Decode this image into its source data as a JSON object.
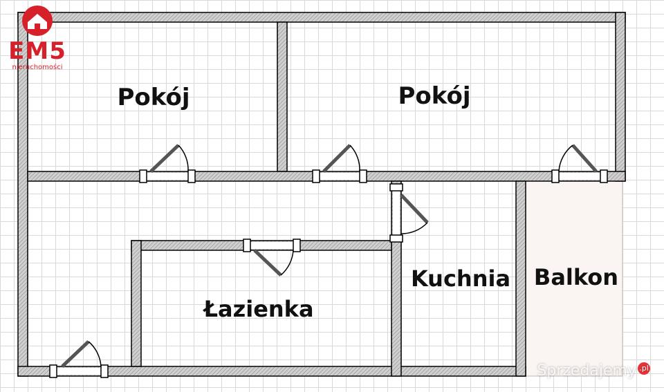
{
  "logo": {
    "brand": "EM5",
    "subtitle": "nieruchomości"
  },
  "rooms": {
    "room1": "Pokój",
    "room2": "Pokój",
    "kitchen": "Kuchnia",
    "bathroom": "Łazienka",
    "balcony": "Balkon"
  },
  "watermark": {
    "text": "Sprzedajemy",
    "badge": ".pl"
  },
  "colors": {
    "wall": "#000000",
    "wall_fill": "#bdbdbd",
    "balcony": "#faf5f2",
    "logo": "#d6202a"
  }
}
